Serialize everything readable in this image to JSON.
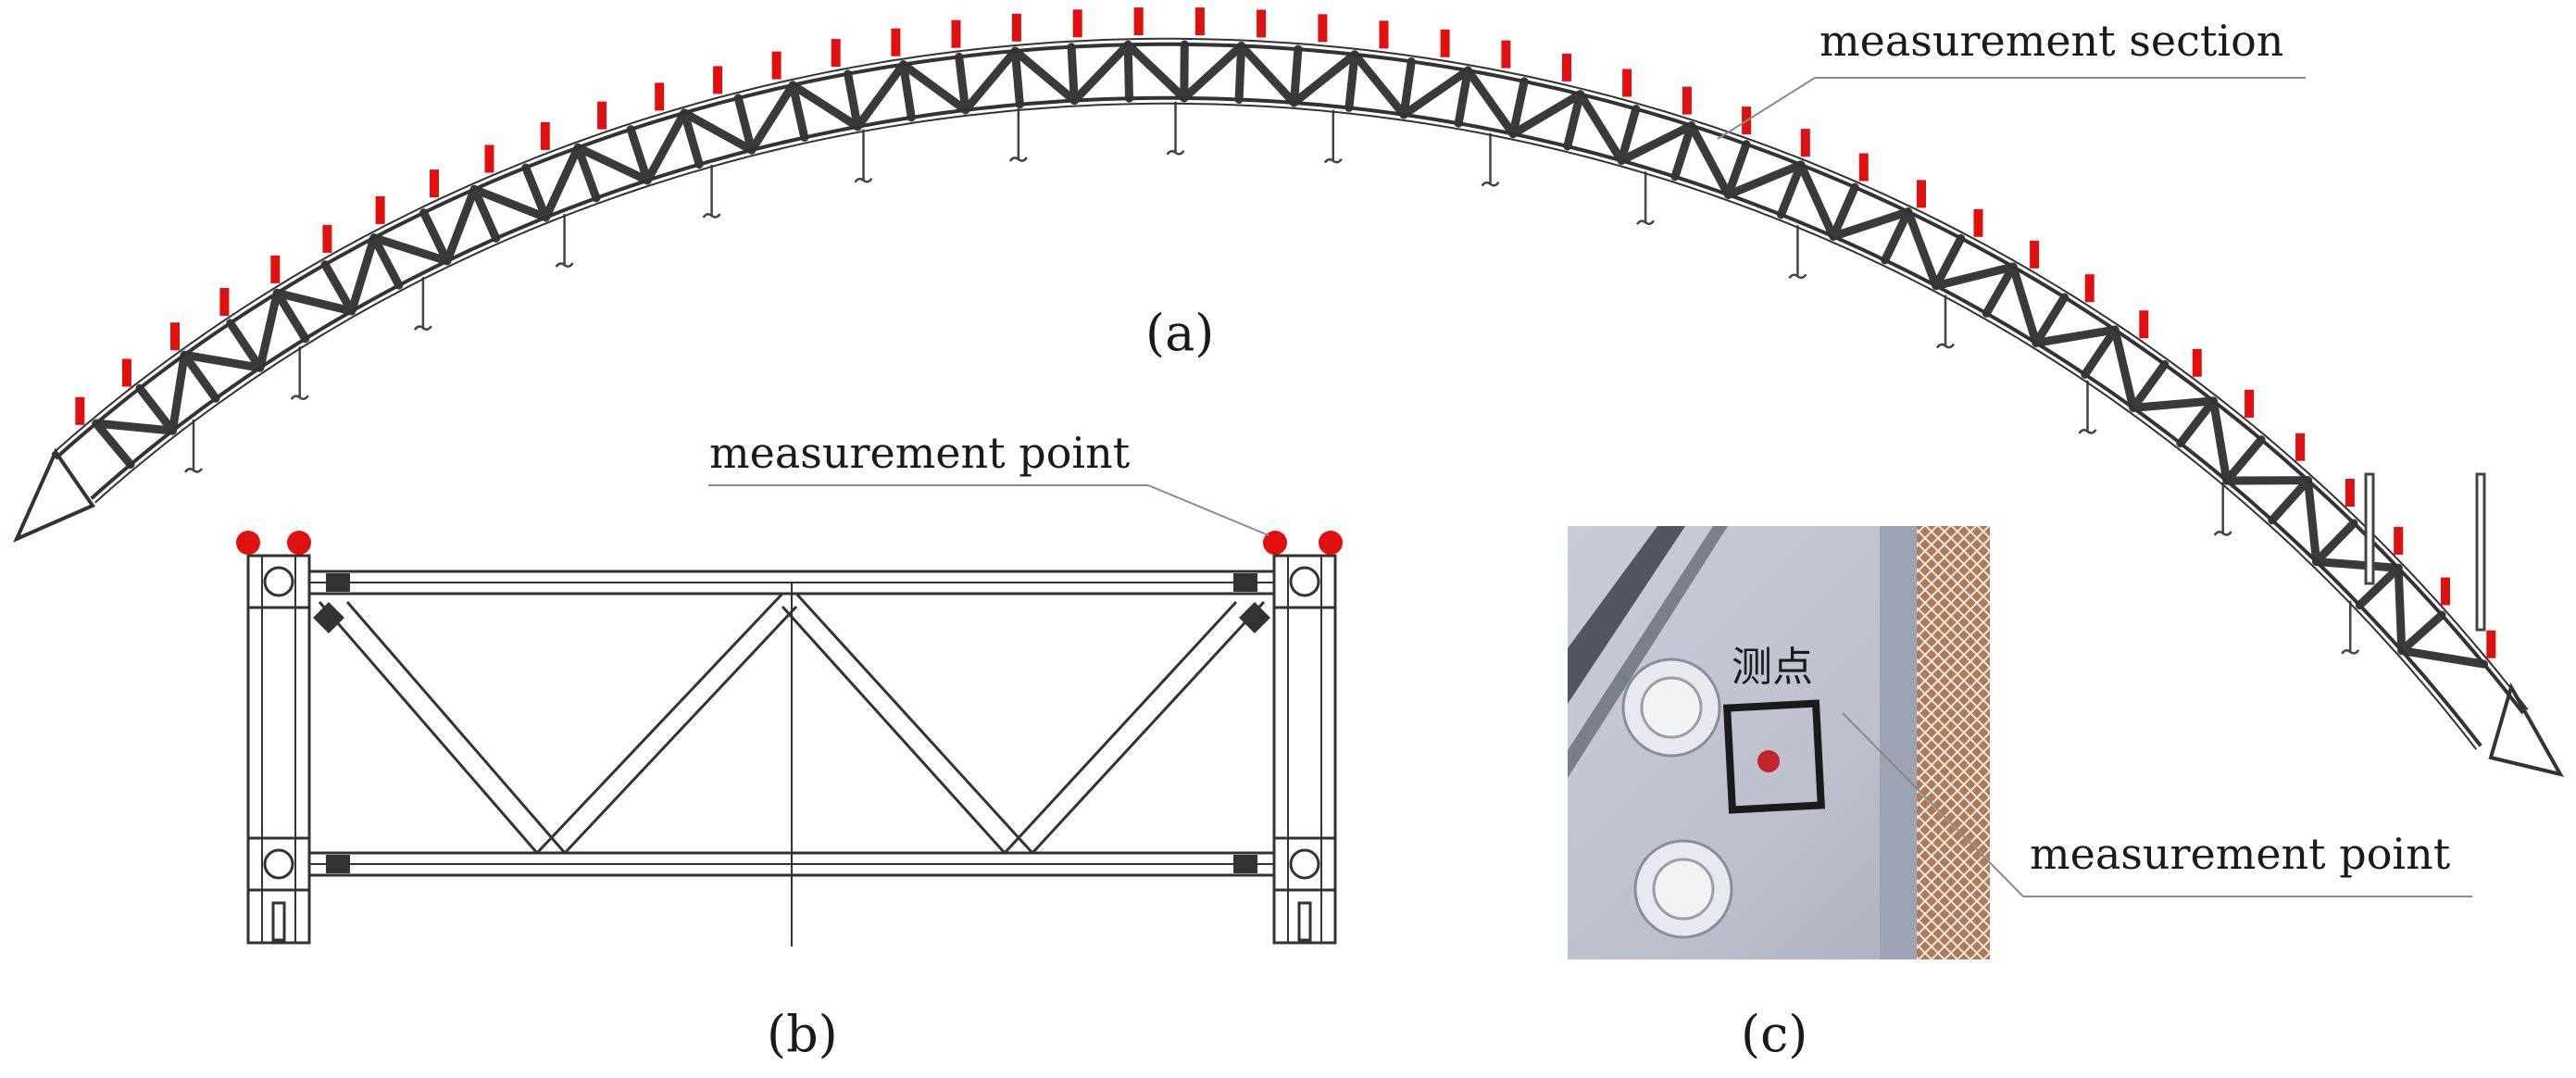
{
  "panel_a": {
    "label": "(a)",
    "section_label": "measurement section",
    "marker_color": "#e01010",
    "marker_count": 44
  },
  "panel_b": {
    "label": "(b)",
    "point_label": "measurement point",
    "point_color": "#e01010"
  },
  "panel_c": {
    "label": "(c)",
    "point_label": "measurement point",
    "photo_handwriting": "测点"
  }
}
